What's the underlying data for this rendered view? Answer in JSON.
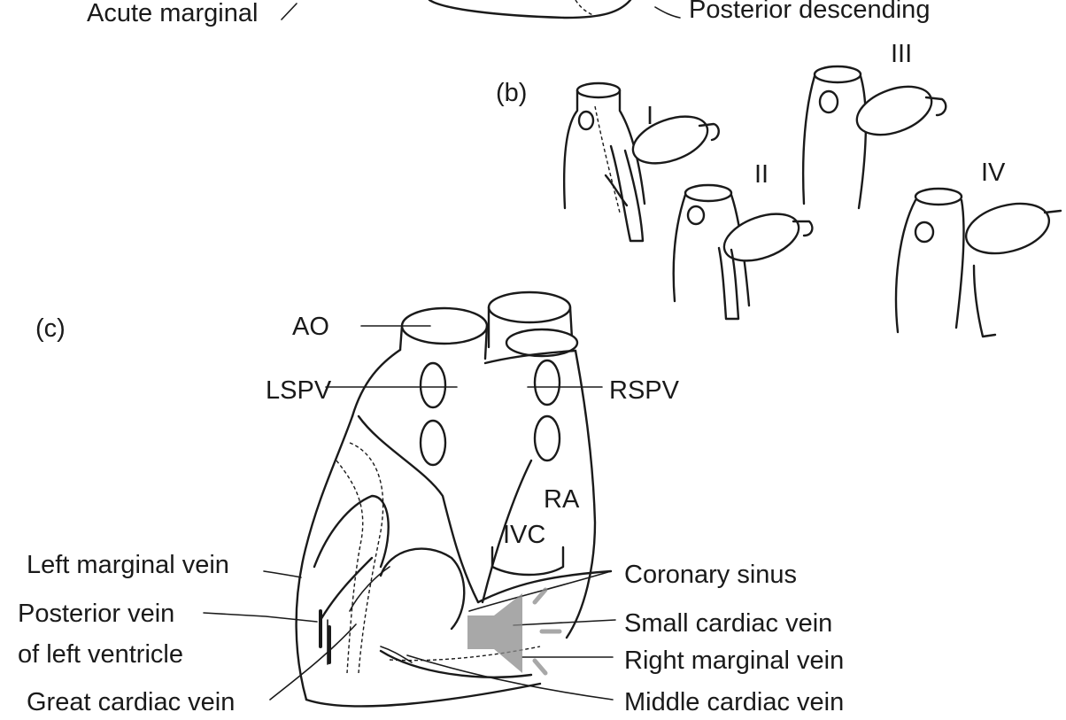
{
  "labels": {
    "acute_marginal": "Acute marginal",
    "posterior_descending": "Posterior descending",
    "panel_b": "(b)",
    "panel_c": "(c)",
    "variant_1": "I",
    "variant_2": "II",
    "variant_3": "III",
    "variant_4": "IV",
    "ao": "AO",
    "lspv": "LSPV",
    "rspv": "RSPV",
    "ra": "RA",
    "ivc": "IVC",
    "left_marginal_vein": "Left marginal vein",
    "posterior_vein_line1": "Posterior vein",
    "posterior_vein_line2": "of left ventricle",
    "great_cardiac_vein": "Great cardiac vein",
    "coronary_sinus": "Coronary sinus",
    "small_cardiac_vein": "Small cardiac vein",
    "right_marginal_vein": "Right marginal vein",
    "middle_cardiac_vein": "Middle cardiac vein"
  },
  "icons": {
    "speaker": "speaker-icon"
  },
  "colors": {
    "line": "#1a1a1a",
    "speaker": "#8c8c8c",
    "background": "#ffffff"
  }
}
